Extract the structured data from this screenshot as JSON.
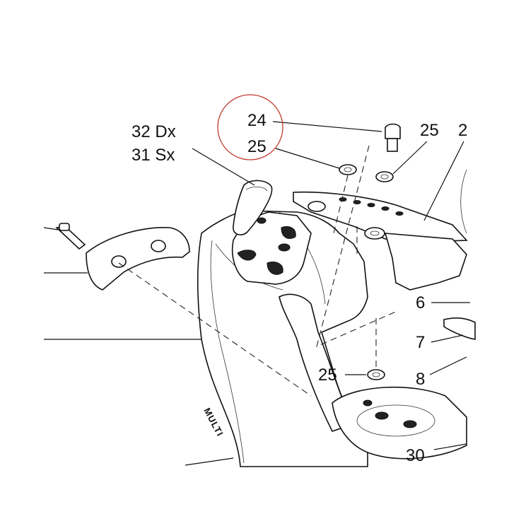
{
  "labels": {
    "callout_32": "32 Dx",
    "callout_31": "31 Sx",
    "callout_24": "24",
    "callout_25_left": "25",
    "callout_25_right": "25",
    "callout_2_partial": "2",
    "callout_6": "6",
    "callout_7": "7",
    "callout_8": "8",
    "callout_25_bottom": "25",
    "callout_30": "30",
    "body_lettering": "MULTI"
  },
  "highlight": {
    "shape": "circle",
    "color": "#c0392b",
    "target": "24"
  }
}
